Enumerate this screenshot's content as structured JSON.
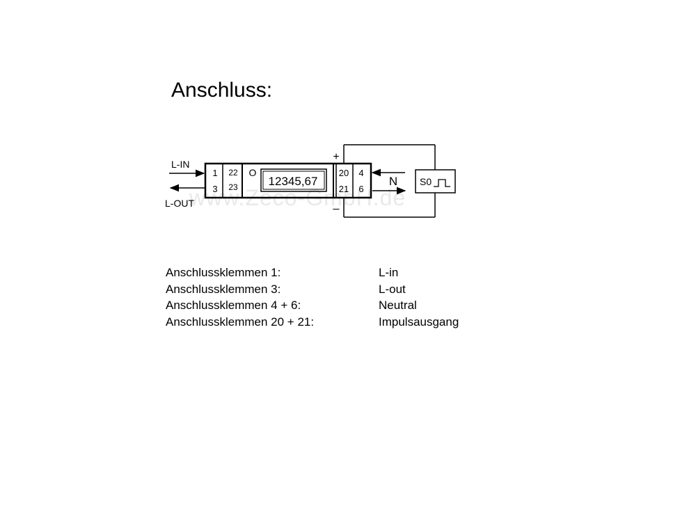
{
  "title": "Anschluss:",
  "watermark": "www.Zeco-GmbH.de",
  "diagram": {
    "l_in_label": "L-IN",
    "l_out_label": "L-OUT",
    "terminals_left": {
      "top": "1",
      "bottom": "3"
    },
    "terminals_pulse_left": {
      "top": "22",
      "bottom": "23"
    },
    "indicator": "O",
    "display_value": "12345,67",
    "terminals_pulse_right": {
      "top": "20",
      "bottom": "21"
    },
    "terminals_neutral": {
      "top": "4",
      "bottom": "6"
    },
    "plus_sign": "+",
    "minus_sign": "_",
    "neutral_label": "N",
    "s0_label": "S0"
  },
  "legend": [
    {
      "term": "Anschlussklemmen  1:",
      "value": "L-in"
    },
    {
      "term": "Anschlussklemmen  3:",
      "value": "L-out"
    },
    {
      "term": "Anschlussklemmen  4 + 6:",
      "value": "Neutral"
    },
    {
      "term": "Anschlussklemmen  20 + 21:",
      "value": "Impulsausgang"
    }
  ]
}
